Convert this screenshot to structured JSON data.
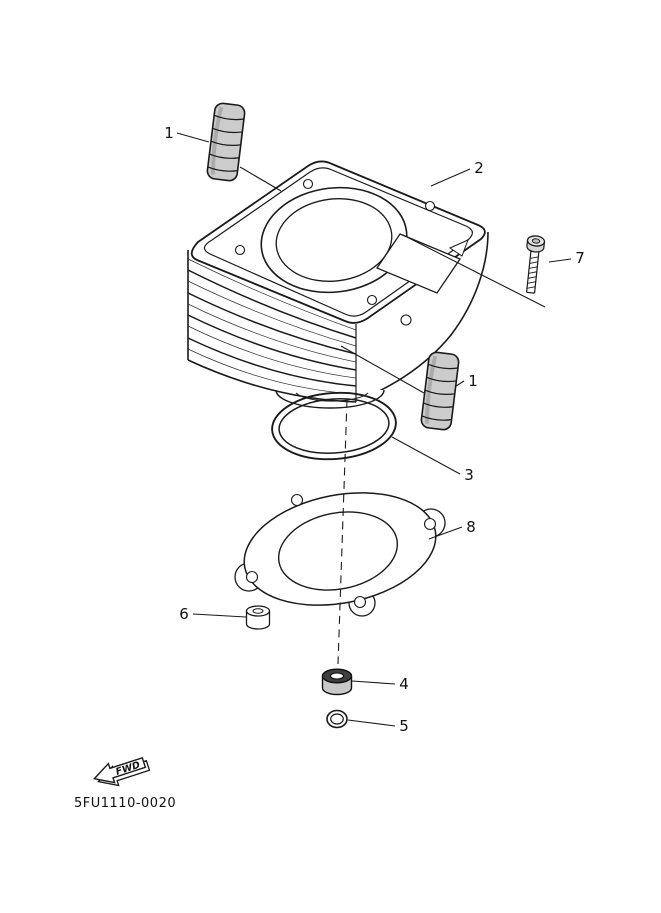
{
  "diagram": {
    "code": "5FU1110-0020",
    "fwd_label": "FWD",
    "callouts": [
      {
        "label": "1"
      },
      {
        "label": "2"
      },
      {
        "label": "7"
      },
      {
        "label": "1"
      },
      {
        "label": "3"
      },
      {
        "label": "8"
      },
      {
        "label": "6"
      },
      {
        "label": "4"
      },
      {
        "label": "5"
      }
    ],
    "colors": {
      "ink": "#1a1a1a",
      "paper": "#ffffff"
    }
  }
}
